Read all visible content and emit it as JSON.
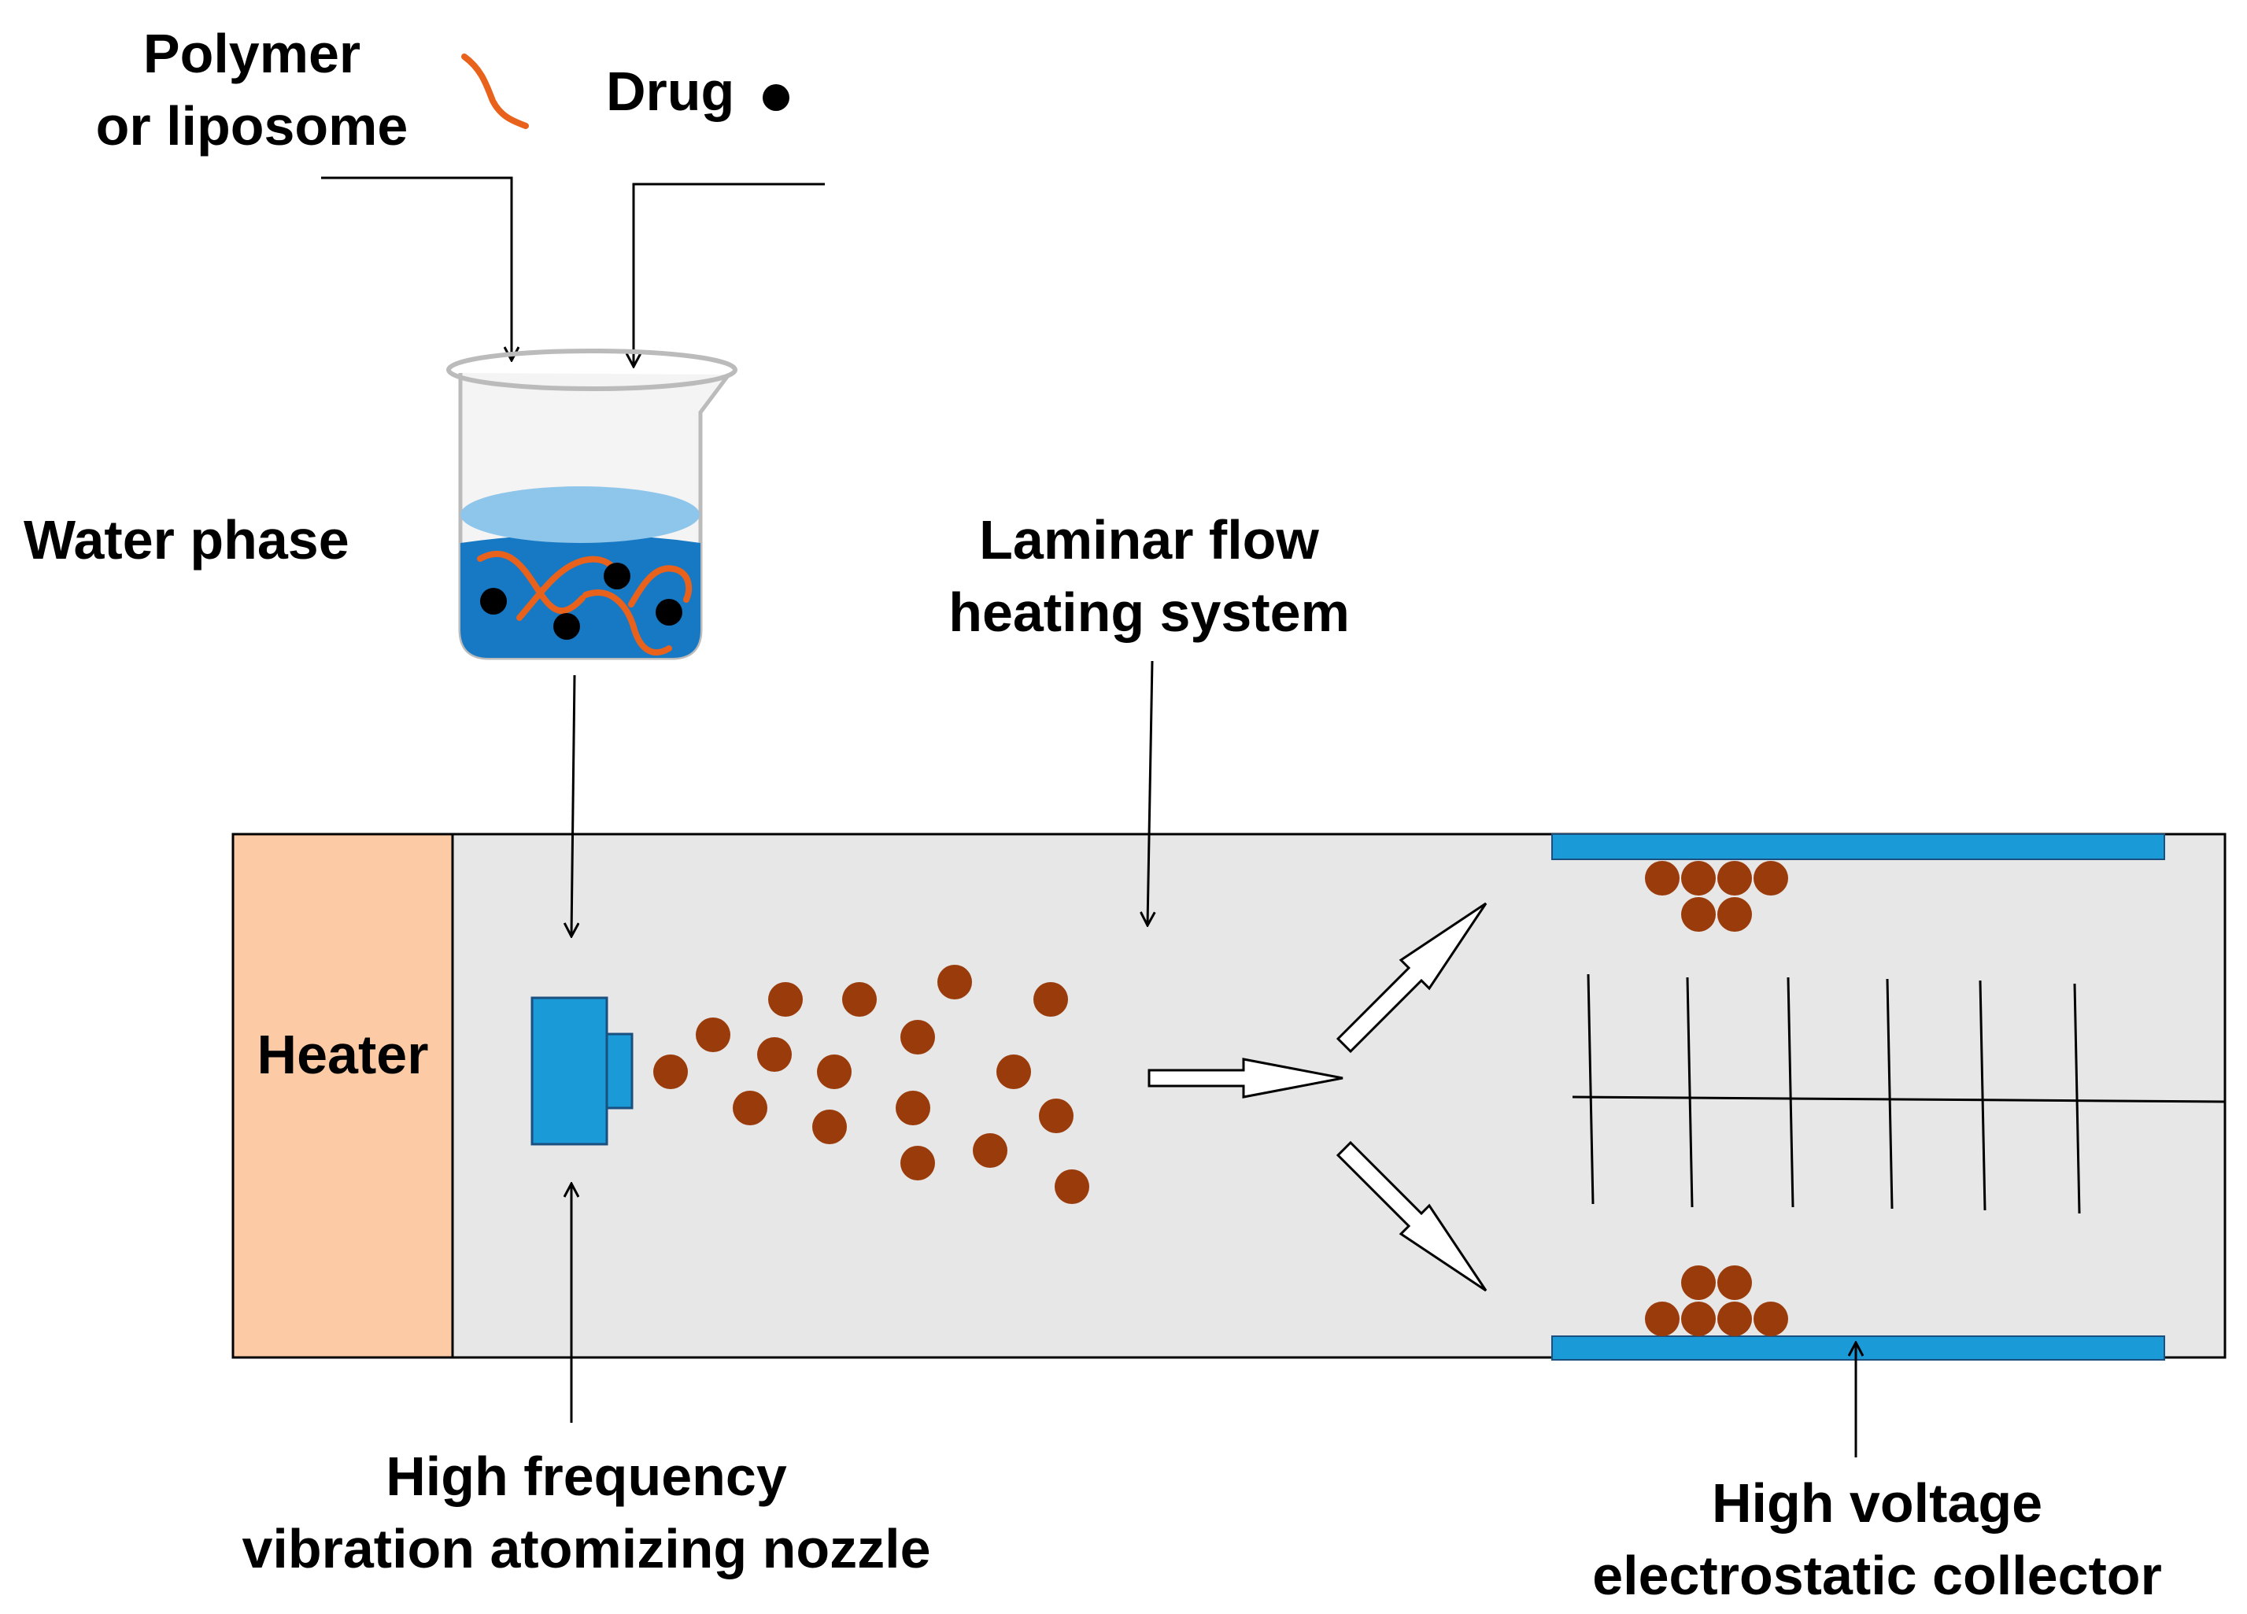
{
  "labels": {
    "polymer_line1": "Polymer",
    "polymer_line2": "or liposome",
    "drug": "Drug",
    "water_phase": "Water phase",
    "laminar_line1": "Laminar flow",
    "laminar_line2": "heating system",
    "heater": "Heater",
    "nozzle_line1": "High frequency",
    "nozzle_line2": "vibration atomizing nozzle",
    "collector_line1": "High voltage",
    "collector_line2": "electrostatic collector"
  },
  "colors": {
    "heater_fill": "#fccba5",
    "chamber_fill": "#e7e7e7",
    "nozzle_fill": "#1b9ad8",
    "collector_plate": "#1b9ad8",
    "particle": "#9a3b0b",
    "polymer_strand": "#e8621c",
    "water_light": "#8ec5ea",
    "water_deep": "#1778c4",
    "drug_dot": "#000000"
  },
  "icons": {
    "beaker": "beaker-icon",
    "polymer": "polymer-strand-icon",
    "drug": "drug-dot-icon",
    "nozzle": "nozzle-icon",
    "collector": "electrostatic-collector-icon"
  }
}
